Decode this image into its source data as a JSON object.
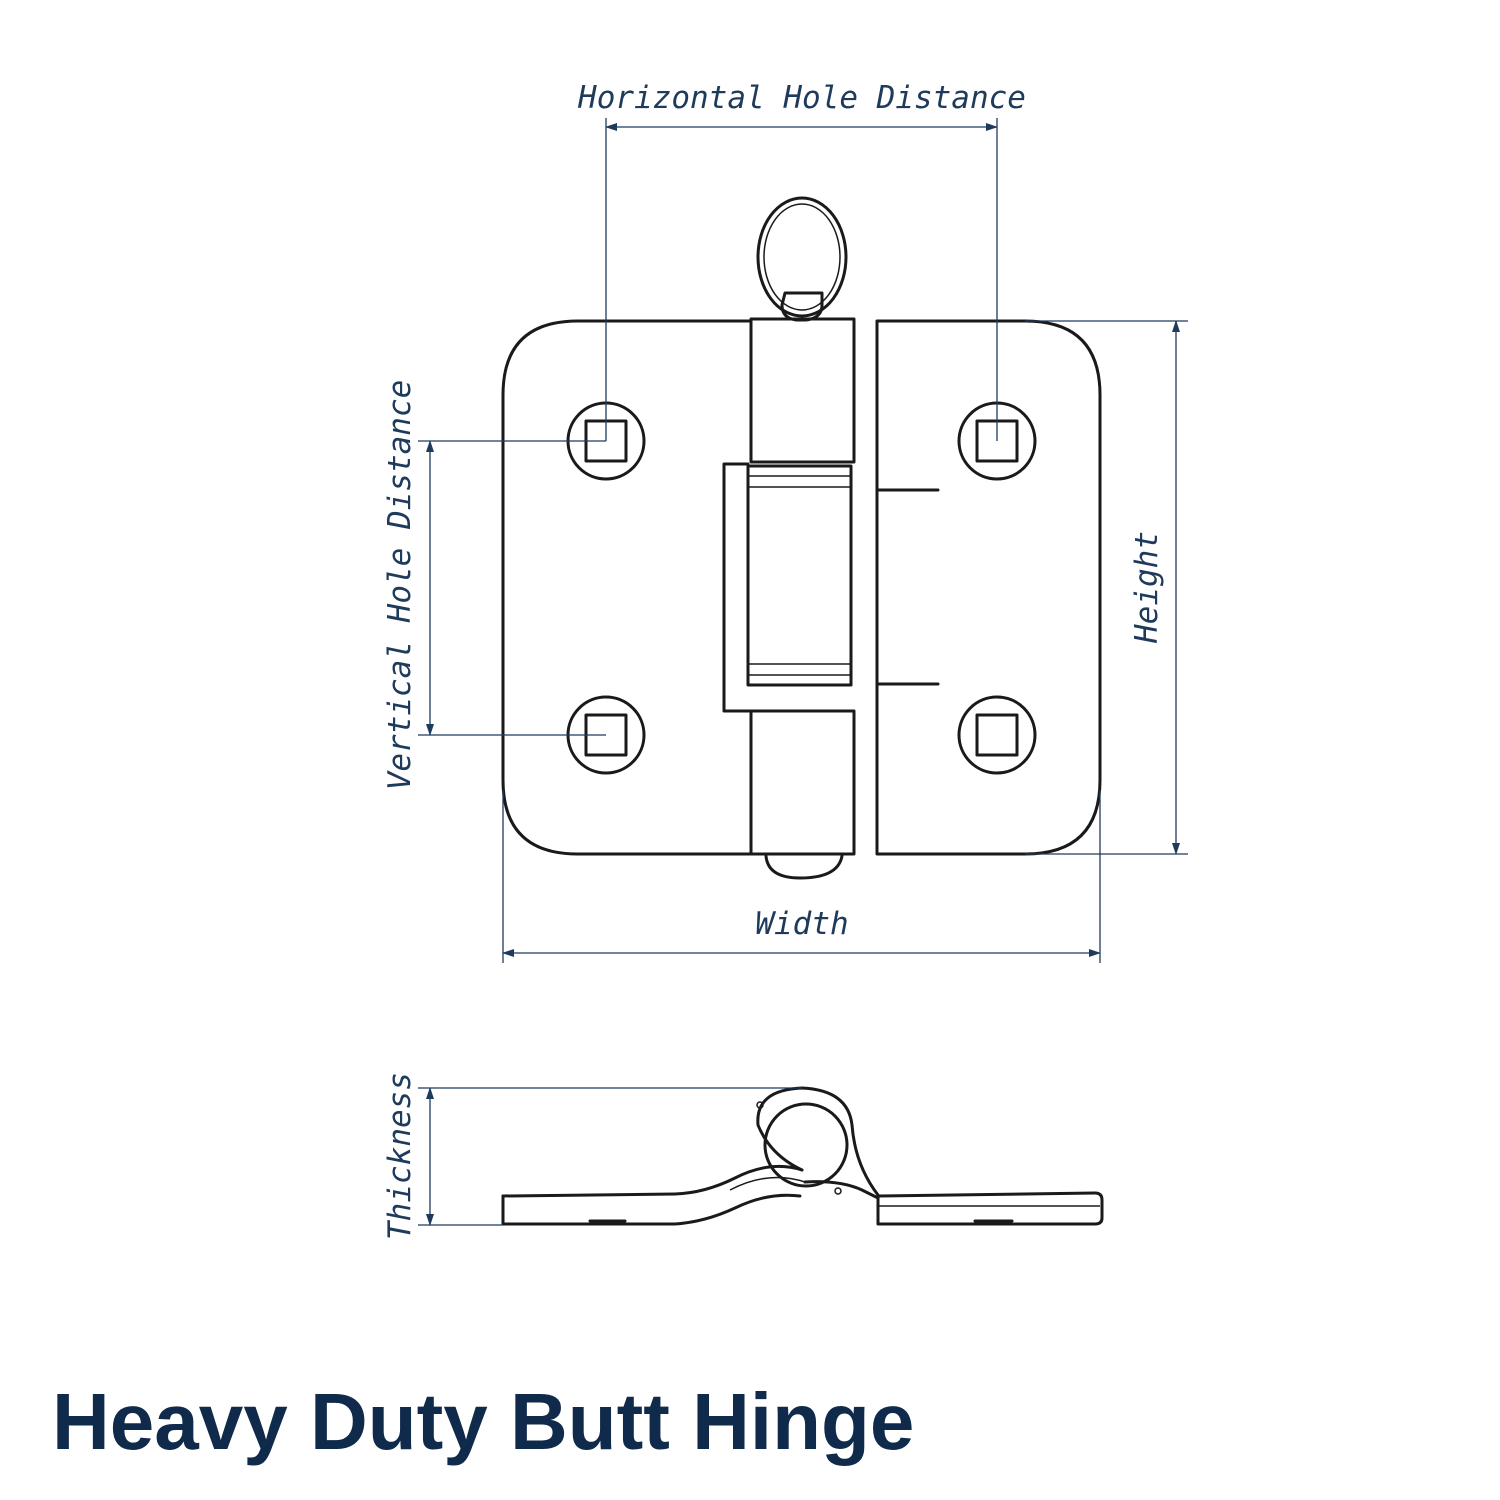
{
  "title": "Heavy Duty Butt Hinge",
  "colors": {
    "dimension": "#1f3b5c",
    "title": "#0f2a4a",
    "outline": "#1a1a1a"
  },
  "dimensions": {
    "horizontal_hole_distance": "Horizontal Hole Distance",
    "vertical_hole_distance": "Vertical Hole Distance",
    "height": "Height",
    "width": "Width",
    "thickness": "Thickness"
  }
}
